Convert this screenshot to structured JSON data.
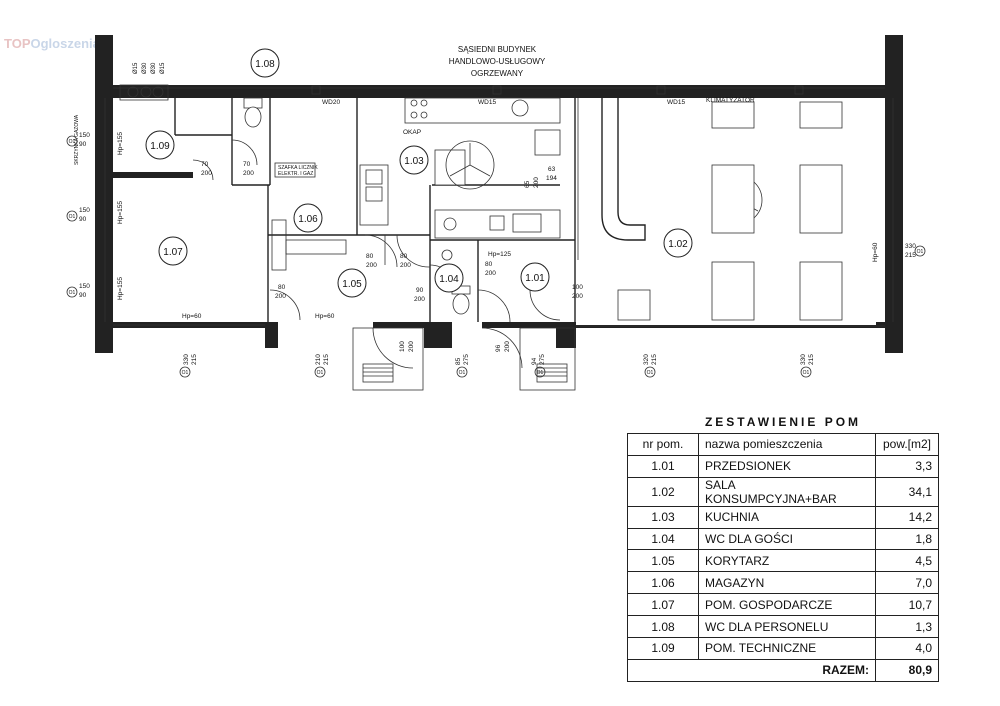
{
  "watermark": {
    "part1": "TOP",
    "part2": "Ogloszenia"
  },
  "neighbor_label": [
    "SĄSIEDNI BUDYNEK",
    "HANDLOWO-USŁUGOWY",
    "OGRZEWANY"
  ],
  "rooms": [
    {
      "id": "1.01"
    },
    {
      "id": "1.02"
    },
    {
      "id": "1.03"
    },
    {
      "id": "1.04"
    },
    {
      "id": "1.05"
    },
    {
      "id": "1.06"
    },
    {
      "id": "1.07"
    },
    {
      "id": "1.08"
    },
    {
      "id": "1.09"
    }
  ],
  "notes": {
    "okap": "OKAP",
    "klimatyzator": "KLIMATYZATOR",
    "szafka_1": "SZAFKA LICZNIK",
    "szafka_2": "ELEKTR. I GAZ",
    "skrzynka": "SKRZYNKA GAZOWA",
    "hp_60": "Hp=60",
    "hp_155": "Hp=155",
    "hp_125": "Hp=125",
    "wd20": "WD20",
    "wd15": "WD15",
    "o15": "Ø15",
    "o30": "Ø30"
  },
  "dimensions": {
    "d150_90": [
      "150",
      "90"
    ],
    "d70_200": [
      "70",
      "200"
    ],
    "d80_200": [
      "80",
      "200"
    ],
    "d90_200": [
      "90",
      "200"
    ],
    "d100_200": [
      "100",
      "200"
    ],
    "d96_200": [
      "96",
      "200"
    ],
    "d65_200": [
      "65",
      "200"
    ],
    "d63_194": [
      "63",
      "194"
    ],
    "d330_215": [
      "330",
      "215"
    ],
    "d210_215": [
      "210",
      "215"
    ],
    "d320_215": [
      "320",
      "215"
    ],
    "d85_275": [
      "85",
      "275"
    ],
    "d94_275": [
      "94",
      "275"
    ],
    "o1": "O1"
  },
  "summary": {
    "title": "ZESTAWIENIE POM",
    "headers": [
      "nr pom.",
      "nazwa pomieszczenia",
      "pow.[m2]"
    ],
    "rows": [
      {
        "nr": "1.01",
        "name": "PRZEDSIONEK",
        "area": "3,3"
      },
      {
        "nr": "1.02",
        "name": "SALA KONSUMPCYJNA+BAR",
        "area": "34,1"
      },
      {
        "nr": "1.03",
        "name": "KUCHNIA",
        "area": "14,2"
      },
      {
        "nr": "1.04",
        "name": "WC DLA GOŚCI",
        "area": "1,8"
      },
      {
        "nr": "1.05",
        "name": "KORYTARZ",
        "area": "4,5"
      },
      {
        "nr": "1.06",
        "name": "MAGAZYN",
        "area": "7,0"
      },
      {
        "nr": "1.07",
        "name": "POM. GOSPODARCZE",
        "area": "10,7"
      },
      {
        "nr": "1.08",
        "name": "WC DLA PERSONELU",
        "area": "1,3"
      },
      {
        "nr": "1.09",
        "name": "POM. TECHNICZNE",
        "area": "4,0"
      }
    ],
    "total_label": "RAZEM:",
    "total_value": "80,9"
  }
}
